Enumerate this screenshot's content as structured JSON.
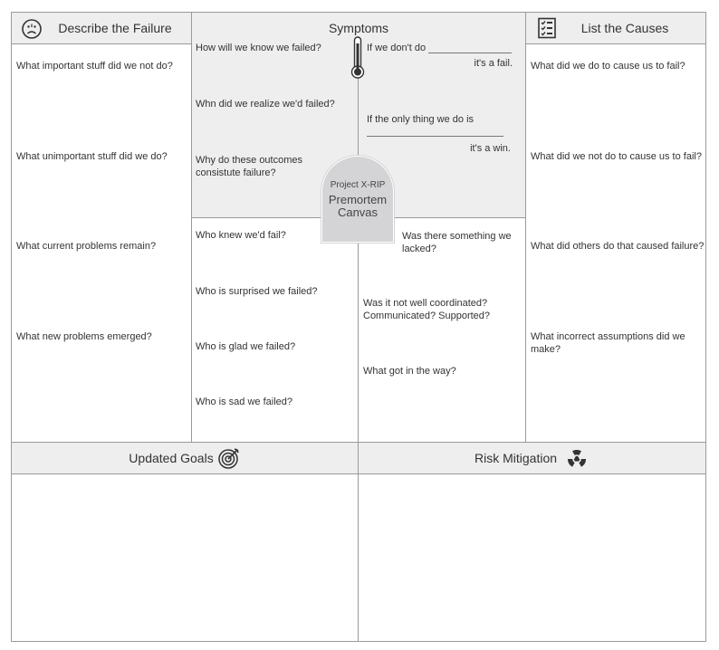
{
  "sections": {
    "describe": {
      "title": "Describe the Failure",
      "icon": "sad-face-icon",
      "questions": [
        "What important stuff did we not do?",
        "What unimportant stuff did we do?",
        "What current problems remain?",
        "What new problems emerged?"
      ]
    },
    "symptoms": {
      "title": "Symptoms",
      "icon": "thermometer-icon",
      "left_questions": [
        "How will we know we failed?",
        "Whn did we realize we'd failed?",
        "Why do these outcomes consistute failure?"
      ],
      "fail_line_1": "If we don't do",
      "fail_line_2": "it's a fail.",
      "win_line_1": "If the only thing we do is",
      "win_line_2": "it's a win."
    },
    "causes": {
      "title": "List the Causes",
      "icon": "checklist-icon",
      "questions": [
        "What did we do to cause us to fail?",
        "What did we not do to cause us to fail?",
        "What did others do that caused failure?",
        "What incorrect assumptions did we make?"
      ]
    },
    "people": {
      "questions": [
        "Who knew we'd fail?",
        "Who is surprised we failed?",
        "Who is glad we failed?",
        "Who is sad we failed?"
      ]
    },
    "support": {
      "questions": [
        "Was there something we lacked?",
        "Was it not well coordinated? Communicated? Supported?",
        "What got in the way?"
      ]
    },
    "goals": {
      "title": "Updated Goals",
      "icon": "target-icon"
    },
    "risk": {
      "title": "Risk Mitigation",
      "icon": "radiation-icon"
    }
  },
  "tombstone": {
    "project": "Project X-RIP",
    "title_line_1": "Premortem",
    "title_line_2": "Canvas"
  },
  "colors": {
    "header_bg": "#eeeeef",
    "border": "#9a9a9a",
    "tombstone": "#d4d4d6"
  }
}
